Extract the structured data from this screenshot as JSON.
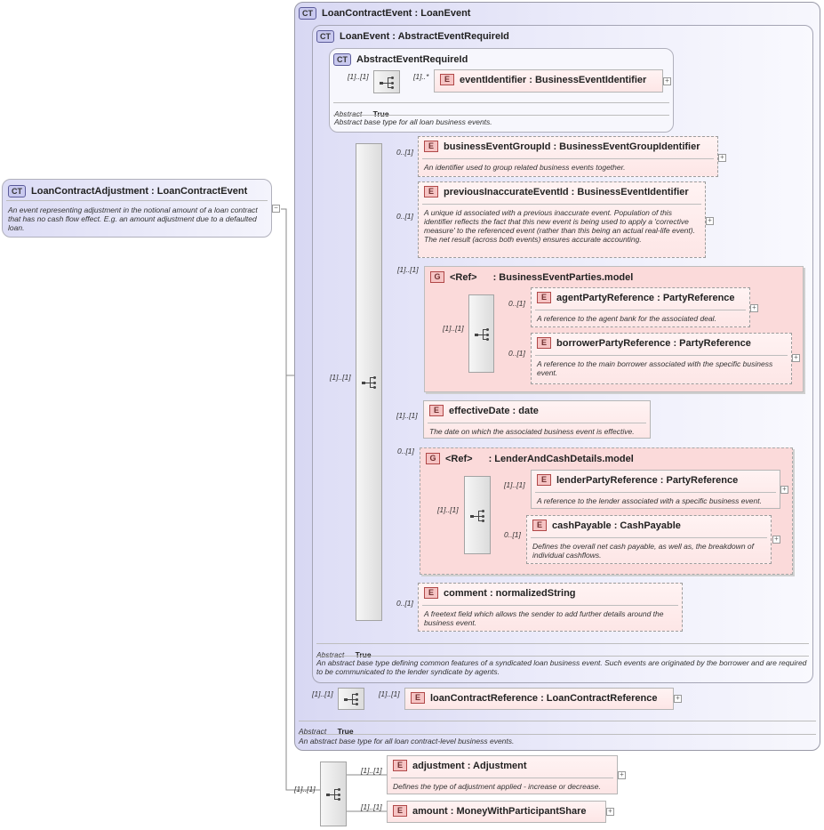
{
  "root": {
    "badge": "CT",
    "title": "LoanContractAdjustment : LoanContractEvent",
    "description": "An event representing adjustment in the notional amount of a loan contract that has no cash flow effect. E.g. an amount adjustment due to a defaulted loan."
  },
  "loanContractEvent": {
    "badge": "CT",
    "title": "LoanContractEvent : LoanEvent",
    "abstract_label": "Abstract",
    "abstract_value": "True",
    "description": "An abstract base type for all loan contract-level business events."
  },
  "loanEvent": {
    "badge": "CT",
    "title": "LoanEvent : AbstractEventRequireId",
    "abstract_label": "Abstract",
    "abstract_value": "True",
    "description": "An abstract base type defining common features of a syndicated loan business event. Such events are originated by the borrower and are required to be communicated to the lender syndicate by agents."
  },
  "abstractEventRequireId": {
    "badge": "CT",
    "title": "AbstractEventRequireId",
    "abstract_label": "Abstract",
    "abstract_value": "True",
    "description": "Abstract base type for all loan business events.",
    "seq_card_in": "[1]..[1]",
    "seq_card_out": "[1]..*",
    "element": {
      "badge": "E",
      "title": "eventIdentifier : BusinessEventIdentifier"
    }
  },
  "mainSequence": {
    "card": "[1]..[1]"
  },
  "elements": {
    "businessEventGroupId": {
      "badge": "E",
      "card": "0..[1]",
      "title": "businessEventGroupId : BusinessEventGroupIdentifier",
      "description": "An identifier used to group related business events together."
    },
    "previousInaccurateEventId": {
      "badge": "E",
      "card": "0..[1]",
      "title": "previousInaccurateEventId : BusinessEventIdentifier",
      "description": "A unique id associated with a previous inaccurate event. Population of this identifier reflects the fact that this new event is being used to apply a 'corrective measure' to the referenced event (rather than this being an actual real-life event). The net result (across both events) ensures accurate accounting."
    },
    "effectiveDate": {
      "badge": "E",
      "card": "[1]..[1]",
      "title": "effectiveDate : date",
      "description": "The date on which the associated business event is effective."
    },
    "comment": {
      "badge": "E",
      "card": "0..[1]",
      "title": "comment : normalizedString",
      "description": "A freetext field which allows the sender to add further details around the business event."
    }
  },
  "partiesGroup": {
    "badge": "G",
    "card": "[1]..[1]",
    "ref_label": "<Ref>",
    "title": ": BusinessEventParties.model",
    "seq_card": "[1]..[1]",
    "agent": {
      "badge": "E",
      "card": "0..[1]",
      "title": "agentPartyReference : PartyReference",
      "description": "A reference to the agent bank for the associated deal."
    },
    "borrower": {
      "badge": "E",
      "card": "0..[1]",
      "title": "borrowerPartyReference : PartyReference",
      "description": "A reference to the main borrower associated with the specific business event."
    }
  },
  "lenderGroup": {
    "badge": "G",
    "card": "0..[1]",
    "ref_label": "<Ref>",
    "title": ": LenderAndCashDetails.model",
    "seq_card": "[1]..[1]",
    "lender": {
      "badge": "E",
      "card": "[1]..[1]",
      "title": "lenderPartyReference : PartyReference",
      "description": "A reference to the lender associated with a specific business event."
    },
    "cash": {
      "badge": "E",
      "card": "0..[1]",
      "title": "cashPayable : CashPayable",
      "description": "Defines the overall net cash payable, as well as, the breakdown of individual cashflows."
    }
  },
  "loanContractRefSeq": {
    "card_in": "[1]..[1]",
    "card_out": "[1]..[1]",
    "element": {
      "badge": "E",
      "title": "loanContractReference : LoanContractReference"
    }
  },
  "adjustmentSeq": {
    "card": "[1]..[1]",
    "adjustment": {
      "badge": "E",
      "card": "[1]..[1]",
      "title": "adjustment : Adjustment",
      "description": "Defines the type of adjustment applied - increase or decrease."
    },
    "amount": {
      "badge": "E",
      "card": "[1]..[1]",
      "title": "amount : MoneyWithParticipantShare"
    }
  },
  "plus_symbol": "+",
  "minus_symbol": "−"
}
